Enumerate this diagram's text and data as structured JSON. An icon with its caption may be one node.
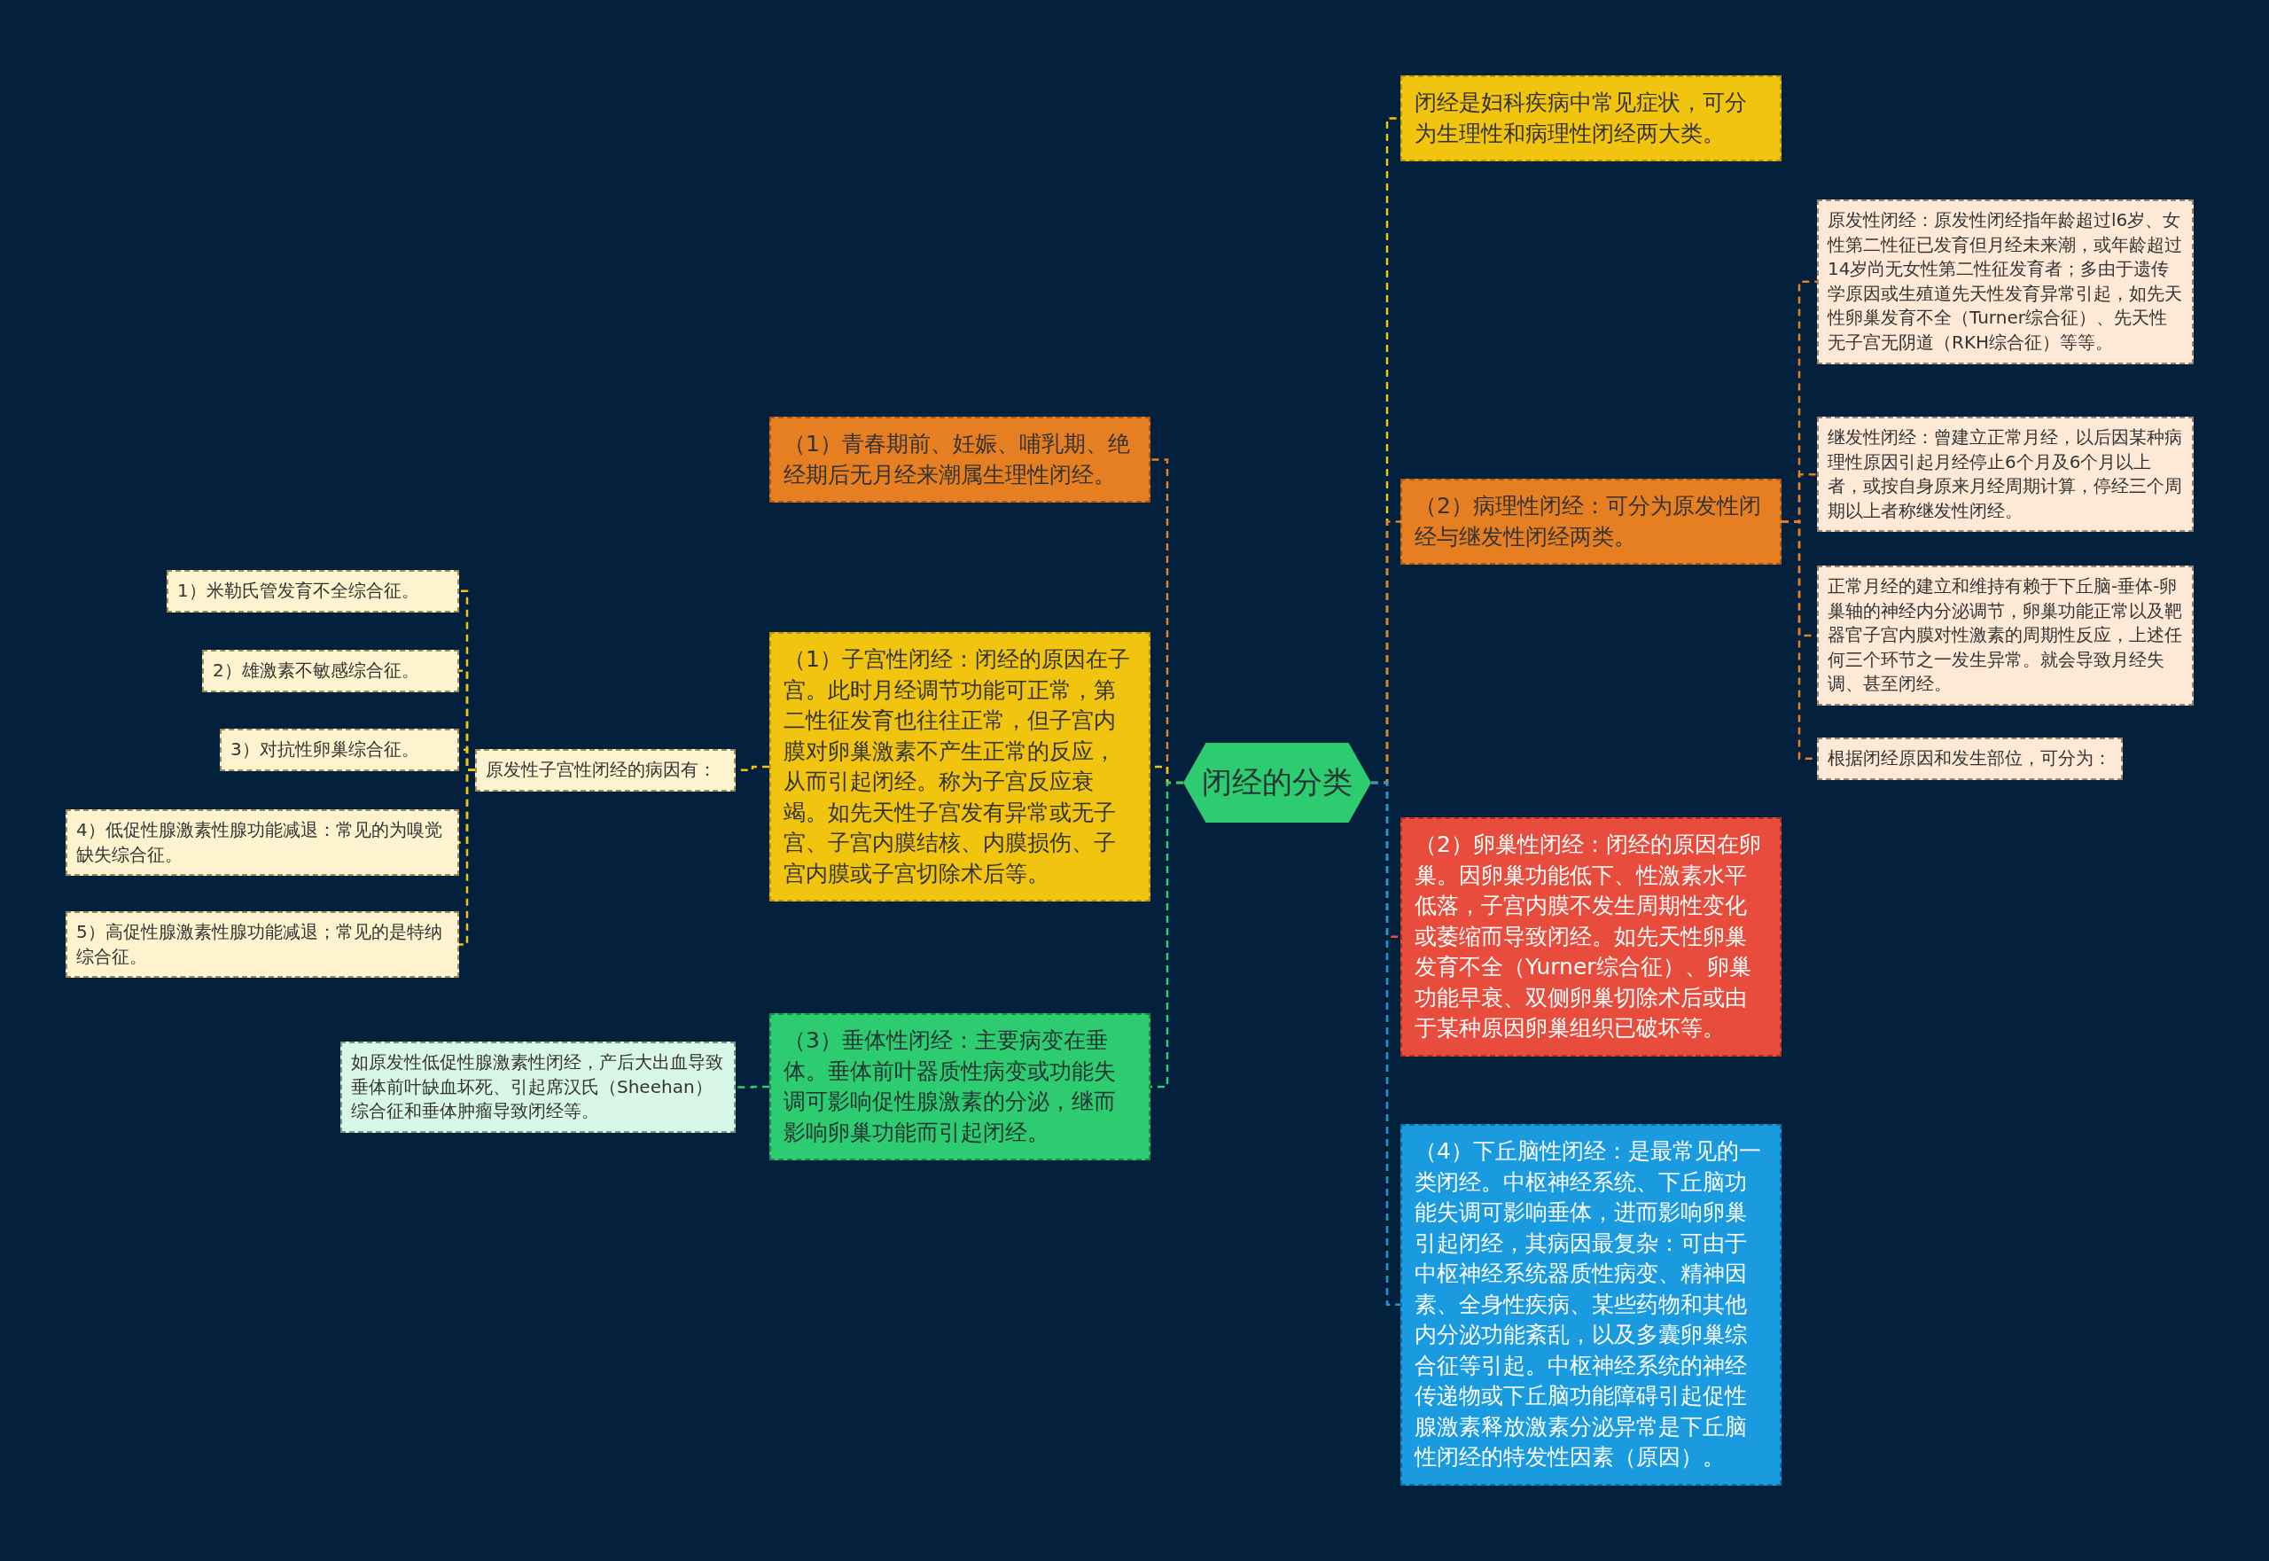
{
  "diagram": {
    "nodes": [
      {
        "text": [
          "闭经的分类"
        ]
      },
      {
        "text": [
          "闭经是妇科疾病中常见症状，可分为生理性和病理性闭经两大类。"
        ]
      },
      {
        "text": [
          "（2）病理性闭经：可分为原发性闭经与继发性闭经两类。"
        ]
      },
      {
        "text": [
          "原发性闭经：原发性闭经指年龄超过l6岁、女性第二性征已发育但月经未来潮，或年龄超过14岁尚无女性第二性征发育者；多由于遗传学原因或生殖道先天性发育异常引起，如先天性卵巢发育不全（Turner综合征）、先天性无子宫无阴道（RKH综合征）等等。"
        ]
      },
      {
        "text": [
          "继发性闭经：曾建立正常月经，以后因某种病理性原因引起月经停止6个月及6个月以上者，或按自身原来月经周期计算，停经三个周期以上者称继发性闭经。"
        ]
      },
      {
        "text": [
          "正常月经的建立和维持有赖于下丘脑-垂体-卵巢轴的神经内分泌调节，卵巢功能正常以及靶器官子宫内膜对性激素的周期性反应，上述任何三个环节之一发生异常。就会导致月经失调、甚至闭经。"
        ]
      },
      {
        "text": [
          "根据闭经原因和发生部位，可分为："
        ]
      },
      {
        "text": [
          "（2）卵巢性闭经：闭经的原因在卵巢。因卵巢功能低下、性激素水平低落，子宫内膜不发生周期性变化或萎缩而导致闭经。如先天性卵巢发育不全（Yurner综合征）、卵巢功能早衰、双侧卵巢切除术后或由于某种原因卵巢组织已破坏等。"
        ]
      },
      {
        "text": [
          "（4）下丘脑性闭经：是最常见的一类闭经。中枢神经系统、下丘脑功能失调可影响垂体，进而影响卵巢引起闭经，其病因最复杂：可由于中枢神经系统器质性病变、精神因素、全身性疾病、某些药物和其他内分泌功能紊乱，以及多囊卵巢综合征等引起。中枢神经系统的神经传递物或下丘脑功能障碍引起促性腺激素释放激素分泌异常是下丘脑性闭经的特发性因素（原因）。"
        ]
      },
      {
        "text": [
          "（1）青春期前、妊娠、哺乳期、绝经期后无月经来潮属生理性闭经。"
        ]
      },
      {
        "text": [
          "（1）子宫性闭经：闭经的原因在子宫。此时月经调节功能可正常，第二性征发育也往往正常，但子宫内膜对卵巢激素不产生正常的反应，从而引起闭经。称为子宫反应衰竭。如先天性子宫发有异常或无子宫、子宫内膜结核、内膜损伤、子宫内膜或子宫切除术后等。"
        ]
      },
      {
        "text": [
          "原发性子宫性闭经的病因有："
        ]
      },
      {
        "text": [
          "1）米勒氏管发育不全综合征。"
        ]
      },
      {
        "text": [
          "2）雄激素不敏感综合征。"
        ]
      },
      {
        "text": [
          "3）对抗性卵巢综合征。"
        ]
      },
      {
        "text": [
          "4）低促性腺激素性腺功能减退：常见的为嗅觉缺失综合征。"
        ]
      },
      {
        "text": [
          "5）高促性腺激素性腺功能减退；常见的是特纳综合征。"
        ]
      },
      {
        "text": [
          "（3）垂体性闭经：主要病变在垂体。垂体前叶器质性病变或功能失调可影响促性腺激素的分泌，继而影响卵巢功能而引起闭经。"
        ]
      },
      {
        "text": [
          "如原发性低促性腺激素性闭经，产后大出血导致垂体前叶缺血坏死、引起席汉氏（Sheehan）综合征和垂体肿瘤导致闭经等。"
        ]
      }
    ],
    "edges": [
      {
        "from": 0,
        "to": 1,
        "arrow": "none",
        "color": "#f1c40f"
      },
      {
        "from": 0,
        "to": 2,
        "arrow": "none",
        "color": "#e67e22"
      },
      {
        "from": 2,
        "to": 3,
        "arrow": "none",
        "color": "#e67e22"
      },
      {
        "from": 2,
        "to": 4,
        "arrow": "none",
        "color": "#e67e22"
      },
      {
        "from": 2,
        "to": 5,
        "arrow": "none",
        "color": "#e67e22"
      },
      {
        "from": 2,
        "to": 6,
        "arrow": "none",
        "color": "#e67e22"
      },
      {
        "from": 0,
        "to": 7,
        "arrow": "none",
        "color": "#e74c3c"
      },
      {
        "from": 0,
        "to": 8,
        "arrow": "none",
        "color": "#1a9be0"
      },
      {
        "from": 0,
        "to": 9,
        "arrow": "none",
        "color": "#e67e22"
      },
      {
        "from": 0,
        "to": 10,
        "arrow": "none",
        "color": "#f1c40f"
      },
      {
        "from": 10,
        "to": 11,
        "arrow": "none",
        "color": "#f1c40f"
      },
      {
        "from": 11,
        "to": 12,
        "arrow": "none",
        "color": "#f1c40f"
      },
      {
        "from": 11,
        "to": 13,
        "arrow": "none",
        "color": "#f1c40f"
      },
      {
        "from": 11,
        "to": 14,
        "arrow": "none",
        "color": "#f1c40f"
      },
      {
        "from": 11,
        "to": 15,
        "arrow": "none",
        "color": "#f1c40f"
      },
      {
        "from": 11,
        "to": 16,
        "arrow": "none",
        "color": "#f1c40f"
      },
      {
        "from": 0,
        "to": 17,
        "arrow": "none",
        "color": "#2ecc71"
      },
      {
        "from": 17,
        "to": 18,
        "arrow": "none",
        "color": "#2ecc71"
      }
    ]
  }
}
